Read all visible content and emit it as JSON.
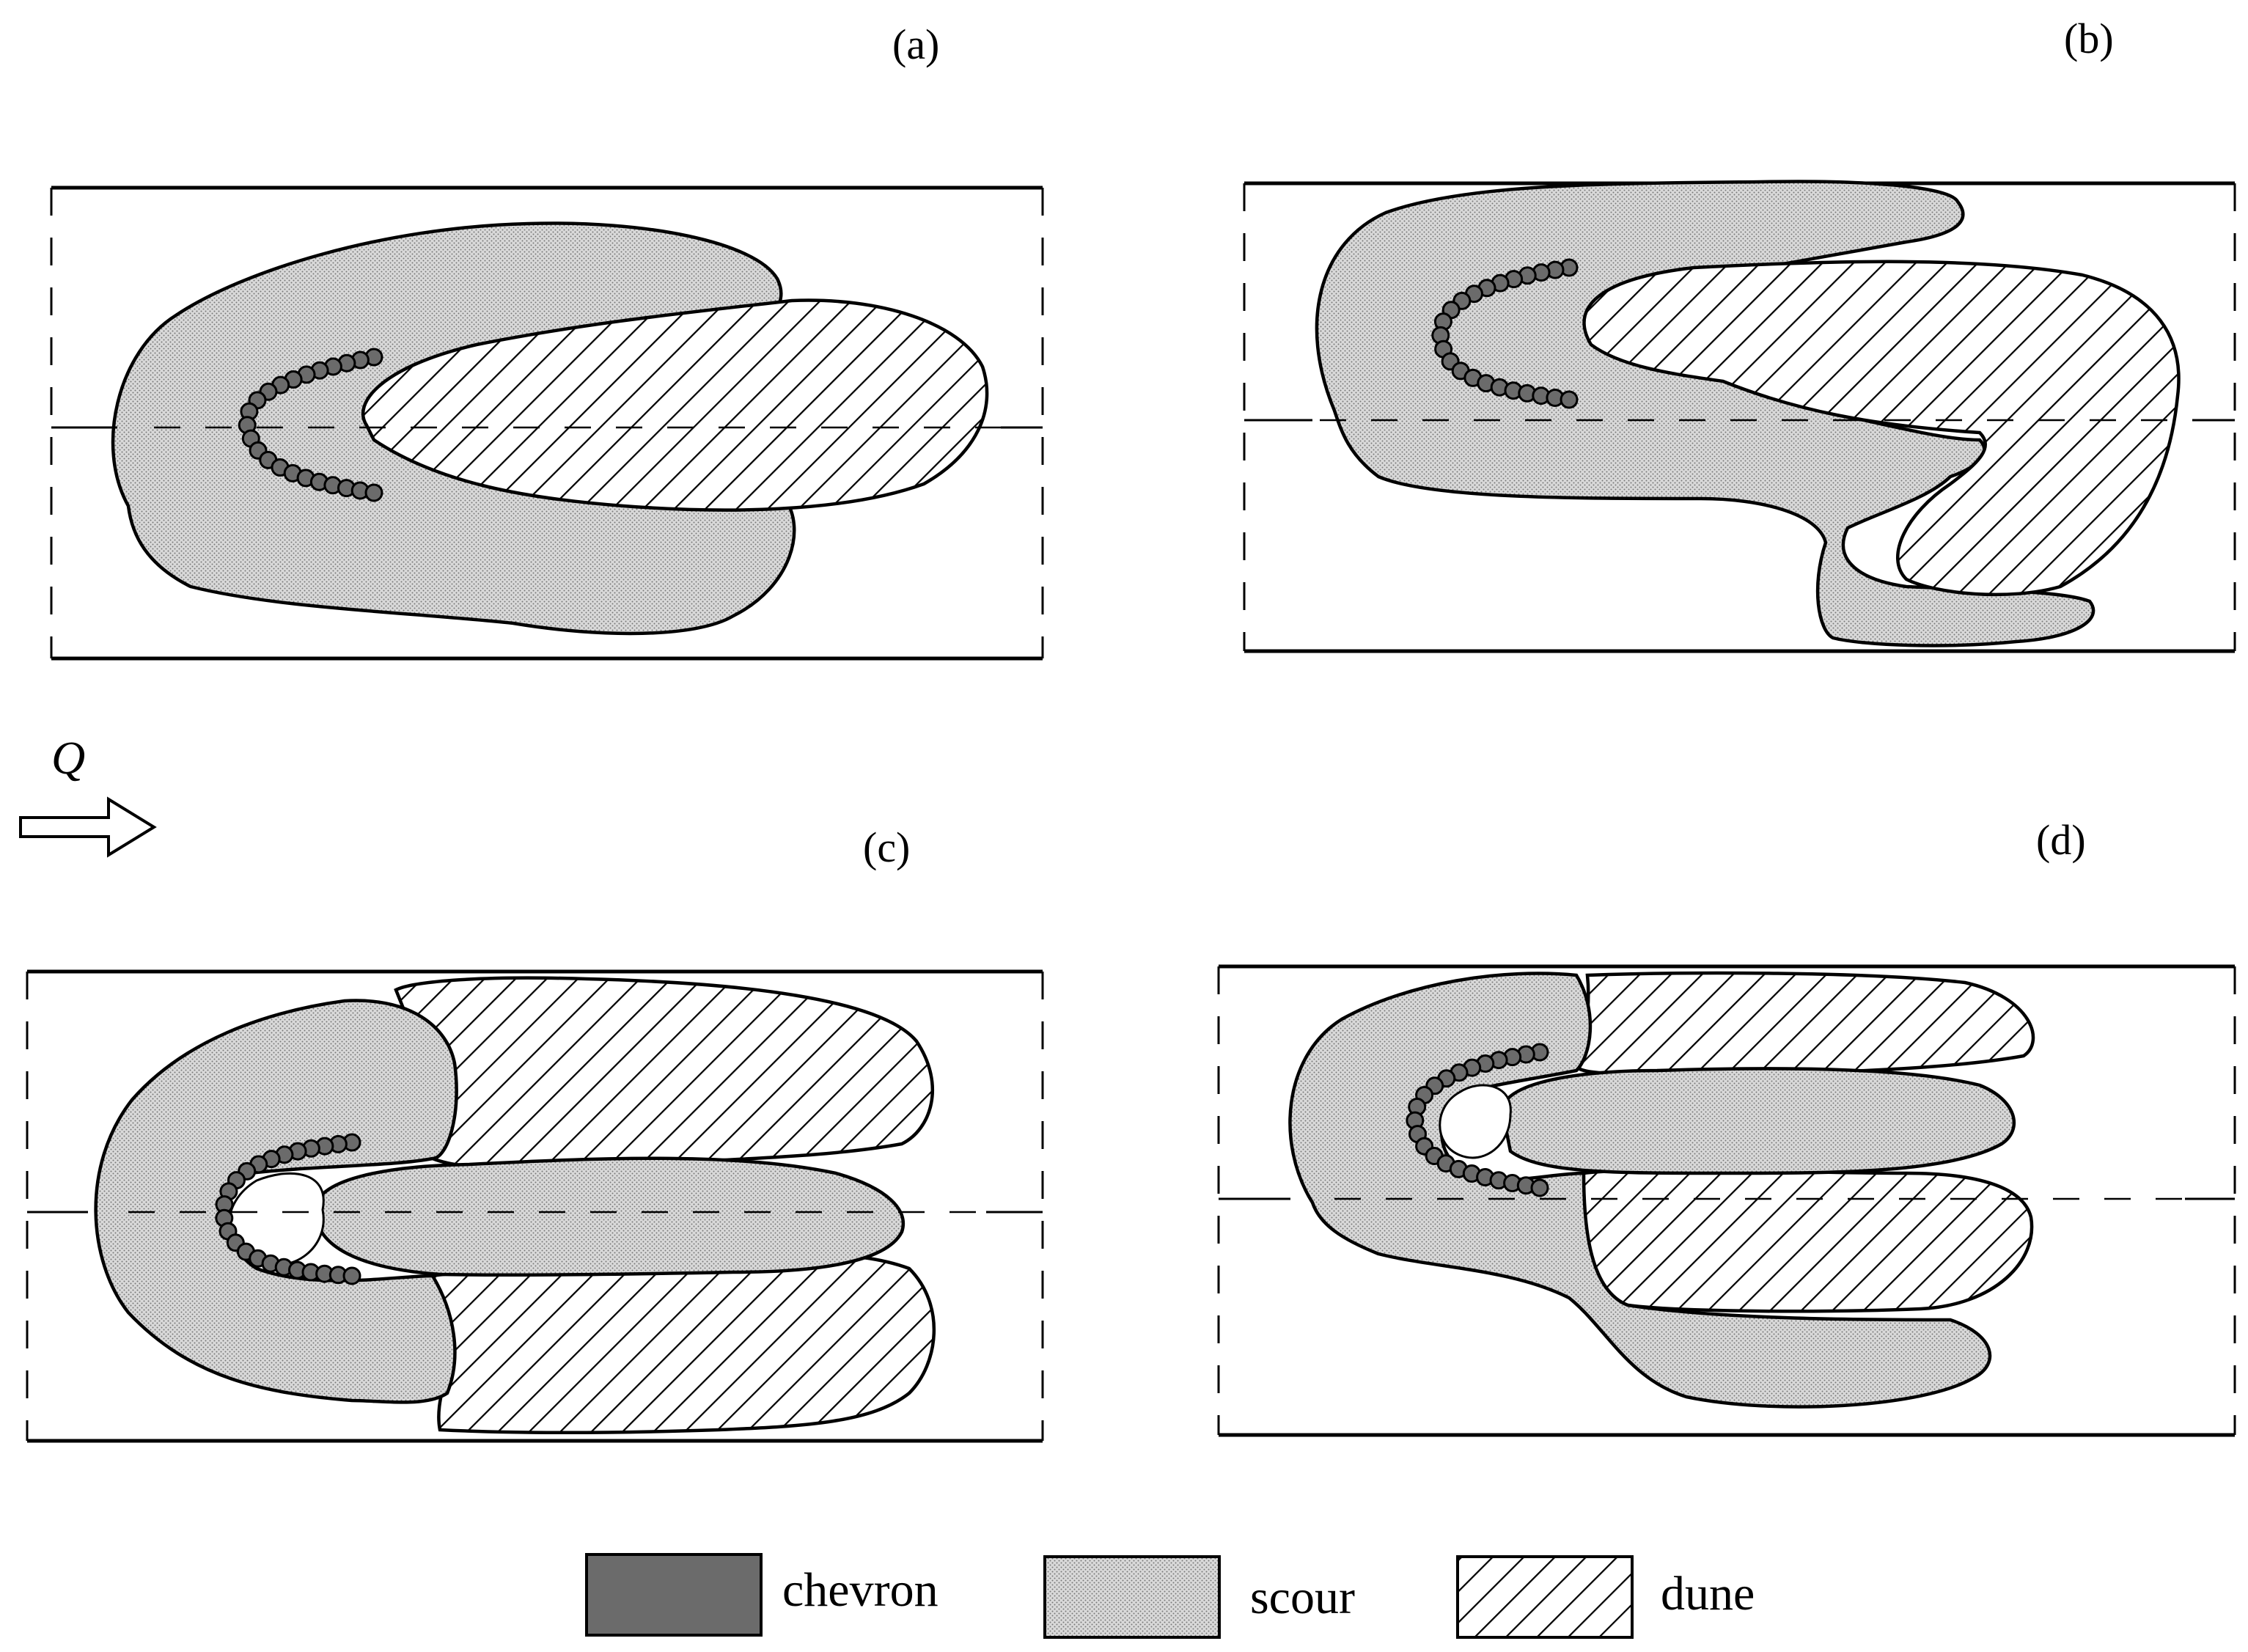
{
  "panels": [
    {
      "id": "a",
      "label": "(a)"
    },
    {
      "id": "b",
      "label": "(b)"
    },
    {
      "id": "c",
      "label": "(c)"
    },
    {
      "id": "d",
      "label": "(d)"
    }
  ],
  "flow": {
    "label": "Q"
  },
  "legend": [
    {
      "key": "chevron",
      "label": "chevron",
      "color": "#6b6b6b"
    },
    {
      "key": "scour",
      "label": "scour",
      "color": "#d9d9d9"
    },
    {
      "key": "dune",
      "label": "dune",
      "pattern": "hatch"
    }
  ],
  "colors": {
    "chevron": "#6b6b6b",
    "scour": "#d9d9d9",
    "outline": "#000000"
  }
}
